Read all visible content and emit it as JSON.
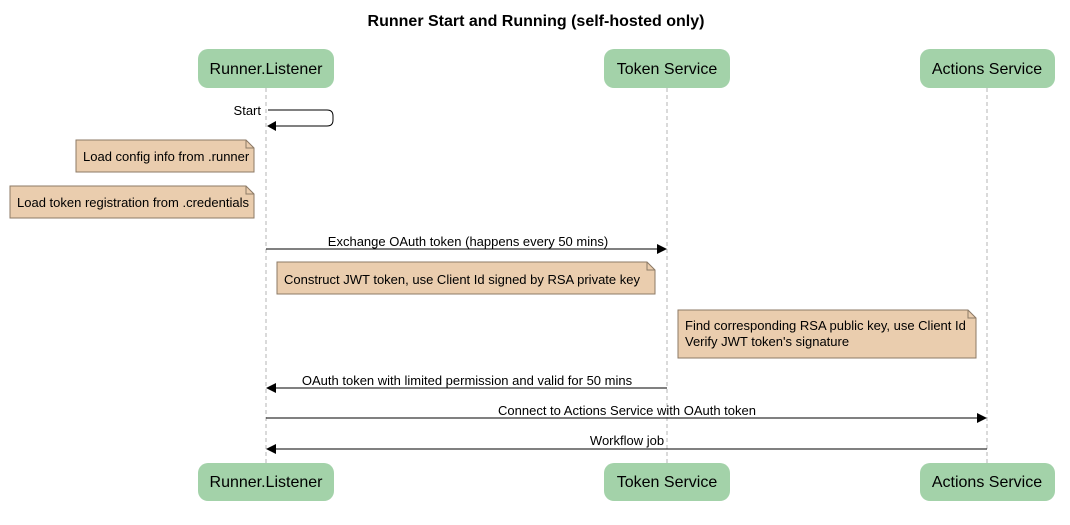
{
  "diagram": {
    "title": "Runner Start and Running (self-hosted only)",
    "participants": [
      {
        "id": "listener",
        "label": "Runner.Listener"
      },
      {
        "id": "token",
        "label": "Token Service"
      },
      {
        "id": "actions",
        "label": "Actions Service"
      }
    ],
    "messages": [
      {
        "from": "listener",
        "to": "listener",
        "label": "Start"
      },
      {
        "from": "listener",
        "to": "token",
        "label": "Exchange OAuth token (happens every 50 mins)"
      },
      {
        "from": "token",
        "to": "listener",
        "label": "OAuth token with limited permission and valid for 50 mins"
      },
      {
        "from": "listener",
        "to": "actions",
        "label": "Connect to Actions Service with OAuth token"
      },
      {
        "from": "actions",
        "to": "listener",
        "label": "Workflow job"
      }
    ],
    "notes": [
      {
        "lines": [
          "Load config info from .runner"
        ]
      },
      {
        "lines": [
          "Load token registration from .credentials"
        ]
      },
      {
        "lines": [
          "Construct JWT token, use Client Id signed by RSA private key"
        ]
      },
      {
        "lines": [
          "Find corresponding RSA public key, use Client Id",
          "Verify JWT token's signature"
        ]
      }
    ],
    "colors": {
      "participant_fill": "#a3d2a9",
      "note_fill": "#eacdae",
      "note_stroke": "#8c7a66",
      "lifeline": "#b4b4b4",
      "arrow": "#000000"
    }
  }
}
